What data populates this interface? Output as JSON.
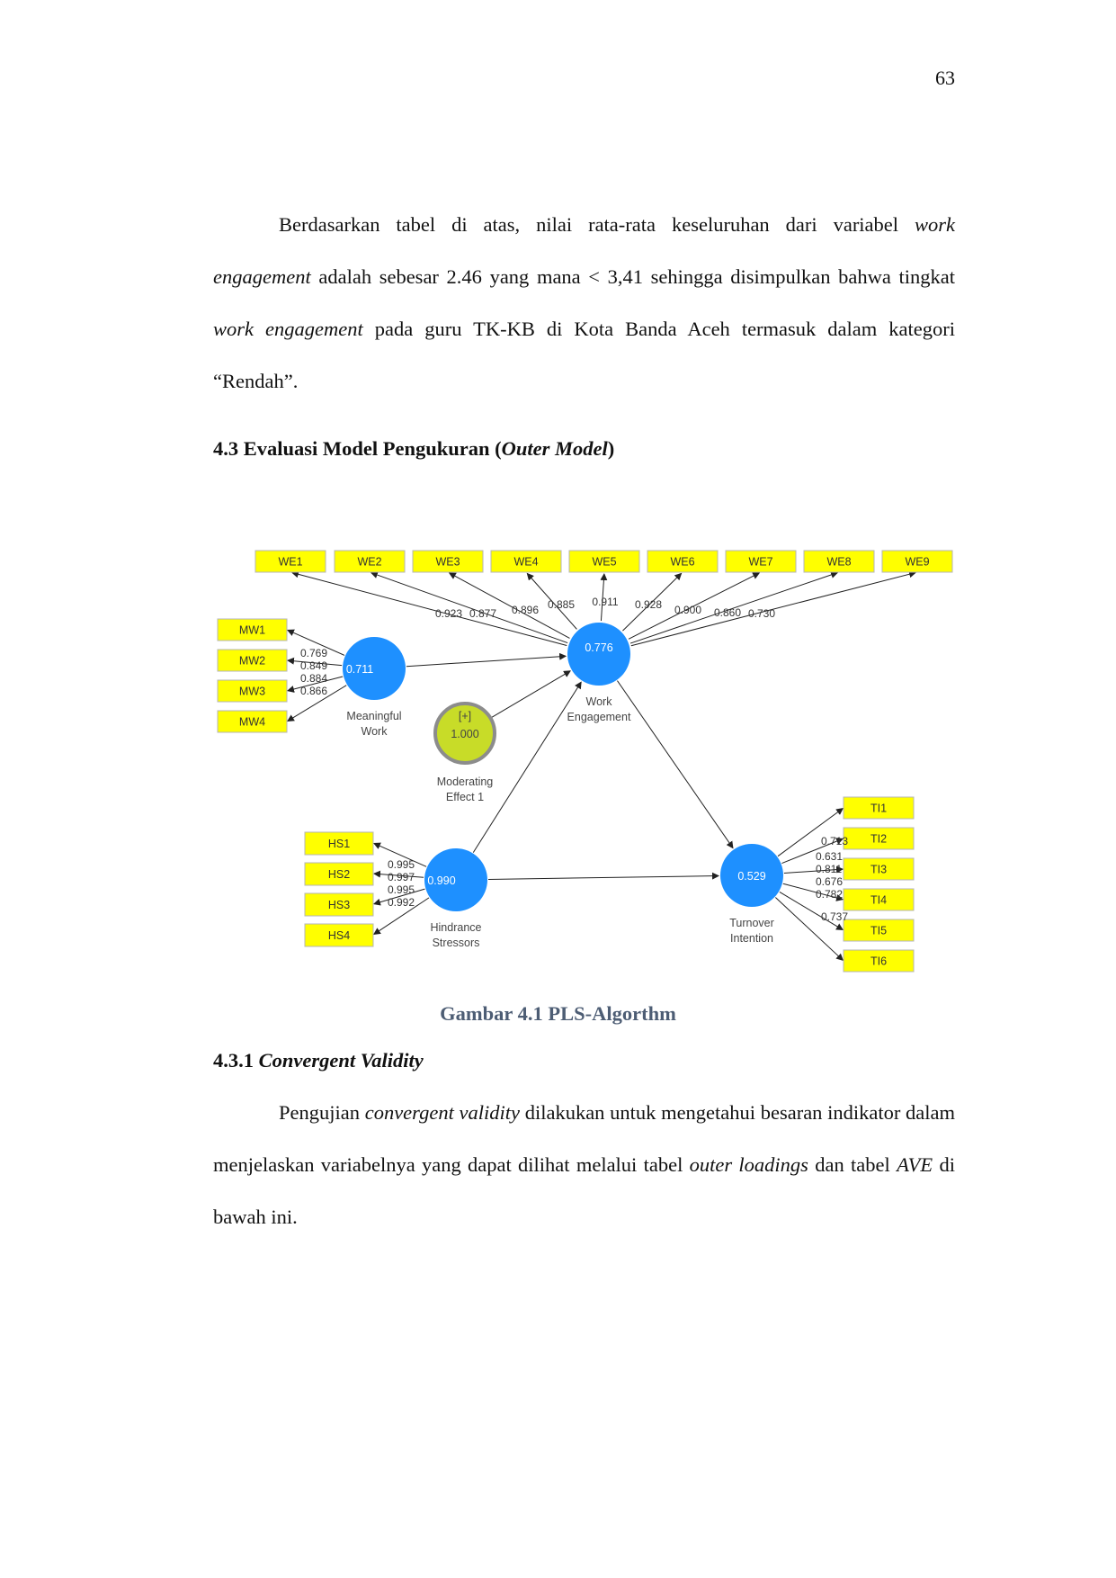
{
  "page_number": "63",
  "paragraph1": {
    "s1": "Berdasarkan tabel di atas, nilai rata-rata keseluruhan dari variabel",
    "i1": "work",
    "i2": "engagement",
    "s2": "adalah sebesar 2.46 yang mana < 3,41 sehingga disimpulkan bahwa tingkat",
    "i3": "work engagement",
    "s3": "pada guru TK-KB di Kota Banda Aceh termasuk dalam kategori “Rendah”."
  },
  "heading1": {
    "prefix": "4.3 Evaluasi Model Pengukuran (",
    "italic": "Outer Model",
    "suffix": ")"
  },
  "diagram": {
    "constructs": {
      "meaningful_work": {
        "value": "0.711",
        "label_line1": "Meaningful",
        "label_line2": "Work"
      },
      "work_engagement": {
        "value": "0.776",
        "label_line1": "Work",
        "label_line2": "Engagement"
      },
      "moderating_effect": {
        "value": "1.000",
        "tag": "[+]",
        "label_line1": "Moderating",
        "label_line2": "Effect 1"
      },
      "hindrance_stressors": {
        "value": "0.990",
        "label_line1": "Hindrance",
        "label_line2": "Stressors"
      },
      "turnover_intention": {
        "value": "0.529",
        "label_line1": "Turnover",
        "label_line2": "Intention"
      }
    },
    "we_indicators": [
      {
        "label": "WE1",
        "loading": "0.923"
      },
      {
        "label": "WE2",
        "loading": "0.877"
      },
      {
        "label": "WE3",
        "loading": "0.896"
      },
      {
        "label": "WE4",
        "loading": "0.885"
      },
      {
        "label": "WE5",
        "loading": "0.911"
      },
      {
        "label": "WE6",
        "loading": "0.928"
      },
      {
        "label": "WE7",
        "loading": "0.900"
      },
      {
        "label": "WE8",
        "loading": "0.860"
      },
      {
        "label": "WE9",
        "loading": "0.730"
      }
    ],
    "mw_indicators": [
      {
        "label": "MW1",
        "loading": "0.769"
      },
      {
        "label": "MW2",
        "loading": "0.849"
      },
      {
        "label": "MW3",
        "loading": "0.884"
      },
      {
        "label": "MW4",
        "loading": "0.866"
      }
    ],
    "hs_indicators": [
      {
        "label": "HS1",
        "loading": "0.995"
      },
      {
        "label": "HS2",
        "loading": "0.997"
      },
      {
        "label": "HS3",
        "loading": "0.995"
      },
      {
        "label": "HS4",
        "loading": "0.992"
      }
    ],
    "ti_indicators": [
      {
        "label": "TI1",
        "loading": "0.713"
      },
      {
        "label": "TI2",
        "loading": "0.631"
      },
      {
        "label": "TI3",
        "loading": "0.811"
      },
      {
        "label": "TI4",
        "loading": "0.676"
      },
      {
        "label": "TI5",
        "loading": "0.782"
      },
      {
        "label": "TI6",
        "loading": "0.737"
      }
    ],
    "colors": {
      "indicator": "#ffff00",
      "construct": "#1e90ff",
      "moderator": "#c8dc28",
      "moderator_border": "#8c8c8c"
    }
  },
  "caption": "Gambar 4.1 PLS-Algorthm",
  "heading2": {
    "prefix": "4.3.1 ",
    "italic": "Convergent Validity"
  },
  "paragraph2": {
    "s1": "Pengujian",
    "i1": "convergent validity",
    "s2": "dilakukan untuk mengetahui besaran indikator dalam menjelaskan variabelnya yang dapat dilihat melalui tabel",
    "i2": "outer loadings",
    "s3": "dan tabel",
    "i3": "AVE",
    "s4": "di bawah ini."
  }
}
